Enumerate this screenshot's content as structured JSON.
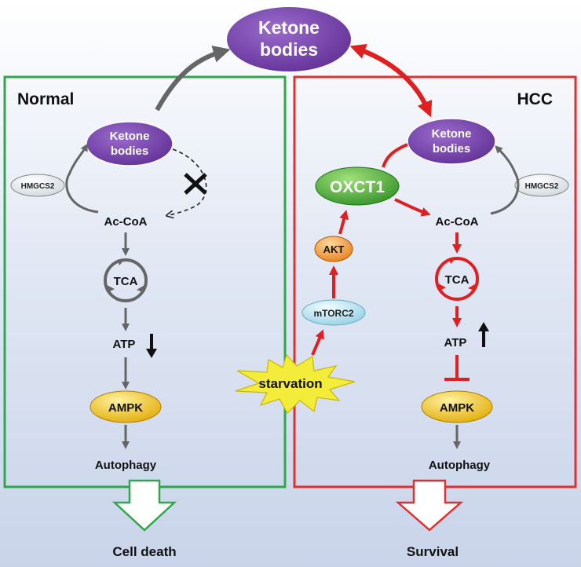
{
  "top": {
    "ketone_line1": "Ketone",
    "ketone_line2": "bodies"
  },
  "normal": {
    "title": "Normal",
    "ketone_line1": "Ketone",
    "ketone_line2": "bodies",
    "enzyme": "HMGCS2",
    "acoa": "Ac-CoA",
    "tca": "TCA",
    "atp": "ATP",
    "atp_arrow": "down",
    "ampk": "AMPK",
    "autophagy": "Autophagy",
    "outcome": "Cell death"
  },
  "hcc": {
    "title": "HCC",
    "ketone_line1": "Ketone",
    "ketone_line2": "bodies",
    "enzyme": "HMGCS2",
    "oxct1": "OXCT1",
    "akt": "AKT",
    "mtorc2": "mTORC2",
    "acoa": "Ac-CoA",
    "tca": "TCA",
    "atp": "ATP",
    "atp_arrow": "up",
    "ampk": "AMPK",
    "autophagy": "Autophagy",
    "outcome": "Survival"
  },
  "starvation": "starvation",
  "colors": {
    "normal_border": "#2ea84a",
    "hcc_border": "#e03030",
    "ketone": "#6a3aa0",
    "oxct1": "#3aa62e",
    "akt": "#f08a2a",
    "mtorc2": "#a8dcea",
    "ampk": "#f2c21a",
    "starvation": "#f4ec3a",
    "grey_arrow": "#666666",
    "red_arrow": "#e02020"
  }
}
